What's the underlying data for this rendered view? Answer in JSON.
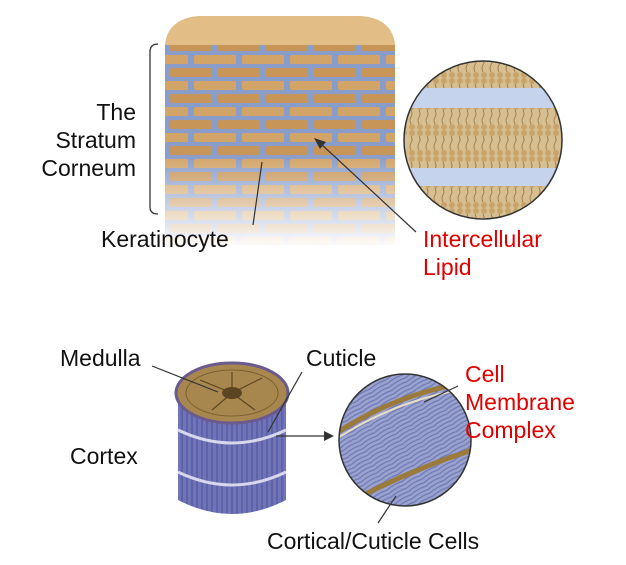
{
  "skin_panel": {
    "stratum_corneum": [
      "The",
      "Stratum",
      "Corneum"
    ],
    "keratinocyte": "Keratinocyte",
    "intercellular_lipid": [
      "Intercellular",
      "Lipid"
    ]
  },
  "hair_panel": {
    "medulla": "Medulla",
    "cuticle": "Cuticle",
    "cortex": "Cortex",
    "cell_membrane_complex": [
      "Cell",
      "Membrane",
      "Complex"
    ],
    "cortical_cuticle_cells": "Cortical/Cuticle Cells"
  },
  "colors": {
    "highlight_label": "#e00000",
    "brick": "#c9985a",
    "mortar": "#8a9cc8",
    "hair_blue": "#7f86c4"
  }
}
